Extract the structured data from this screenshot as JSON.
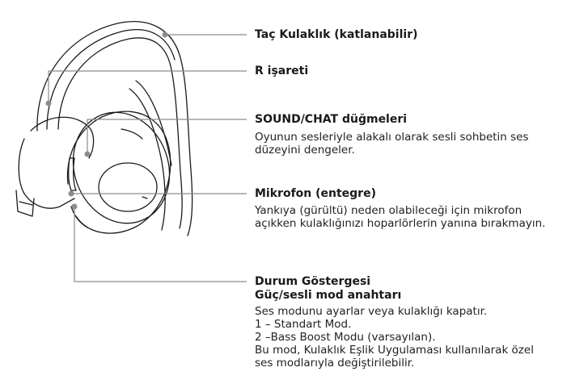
{
  "labels": {
    "crown": {
      "title": "Taç Kulaklık (katlanabilir)"
    },
    "r_mark": {
      "title": "R işareti"
    },
    "sound_chat": {
      "title": "SOUND/CHAT düğmeleri",
      "desc": [
        "Oyunun sesleriyle alakalı olarak sesli sohbetin ses",
        "düzeyini dengeler."
      ]
    },
    "mic": {
      "title": "Mikrofon (entegre)",
      "desc": [
        "Yankıya (gürültü) neden olabileceği için mikrofon",
        "açıkken kulaklığınızı hoparlörlerin yanına bırakmayın."
      ]
    },
    "status": {
      "title": "Durum Göstergesi",
      "title2": "Güç/sesli mod anahtarı",
      "desc": [
        "Ses modunu ayarlar veya kulaklığı kapatır.",
        "1 – Standart Mod.",
        "2 –Bass Boost Modu (varsayılan).",
        "Bu mod, Kulaklık Eşlik Uygulaması kullanılarak özel",
        "ses modlarıyla değiştirilebilir."
      ]
    }
  },
  "colors": {
    "line": "#1a1a1a",
    "leader": "#8c8c8c"
  }
}
